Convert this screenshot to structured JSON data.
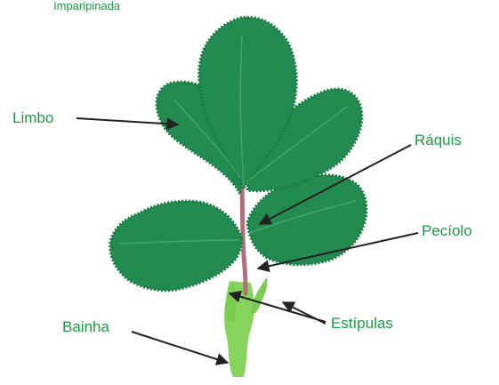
{
  "title": "Imparipinada",
  "labels": {
    "limbo": "Limbo",
    "raquis": "Ráquis",
    "peciolo": "Pecíolo",
    "estipulas": "Estípulas",
    "bainha": "Bainha"
  },
  "colors": {
    "label_text": "#1e9a46",
    "leaf_fill": "#228b4f",
    "leaf_edge": "#1b7a43",
    "vein": "#4fb07a",
    "rachis": "#b07077",
    "stipule": "#7ccc52",
    "sheath": "#86d45e",
    "arrow": "#222222"
  }
}
